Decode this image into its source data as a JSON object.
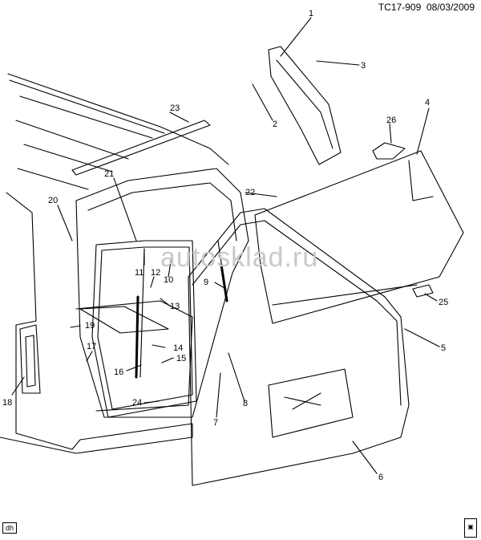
{
  "header": {
    "code": "TC17-909",
    "date": "08/03/2009"
  },
  "watermark": "autosklad.ru",
  "footer": {
    "badge": "dh",
    "logo_icon": "gm-logo-icon"
  },
  "callouts": [
    {
      "id": "c1",
      "label": "1"
    },
    {
      "id": "c2",
      "label": "2"
    },
    {
      "id": "c3",
      "label": "3"
    },
    {
      "id": "c4",
      "label": "4"
    },
    {
      "id": "c5",
      "label": "5"
    },
    {
      "id": "c6",
      "label": "6"
    },
    {
      "id": "c7",
      "label": "7"
    },
    {
      "id": "c8",
      "label": "8"
    },
    {
      "id": "c9",
      "label": "9"
    },
    {
      "id": "c10",
      "label": "10"
    },
    {
      "id": "c11",
      "label": "11"
    },
    {
      "id": "c12",
      "label": "12"
    },
    {
      "id": "c13",
      "label": "13"
    },
    {
      "id": "c14",
      "label": "14"
    },
    {
      "id": "c15",
      "label": "15"
    },
    {
      "id": "c16",
      "label": "16"
    },
    {
      "id": "c17",
      "label": "17"
    },
    {
      "id": "c18",
      "label": "18"
    },
    {
      "id": "c19",
      "label": "19"
    },
    {
      "id": "c20",
      "label": "20"
    },
    {
      "id": "c21",
      "label": "21"
    },
    {
      "id": "c22",
      "label": "22"
    },
    {
      "id": "c23",
      "label": "23"
    },
    {
      "id": "c24",
      "label": "24"
    },
    {
      "id": "c25",
      "label": "25"
    },
    {
      "id": "c26",
      "label": "26"
    }
  ]
}
